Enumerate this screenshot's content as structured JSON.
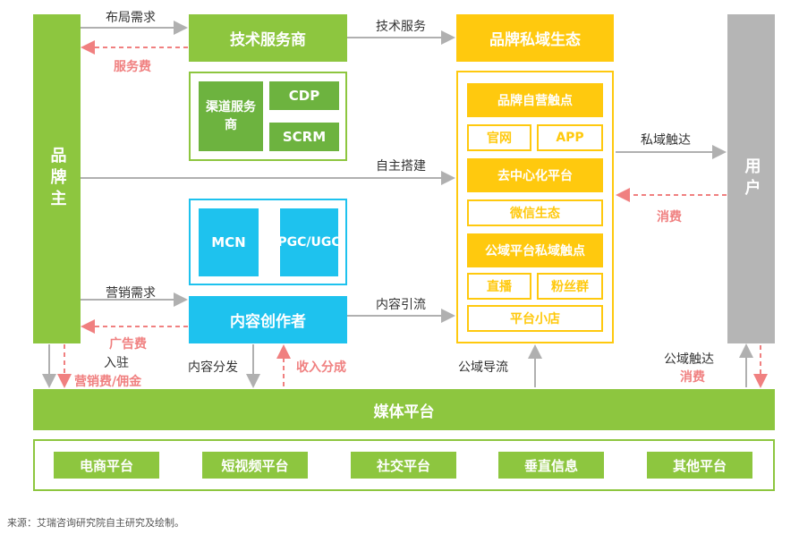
{
  "nodes": {
    "brand_owner": "品牌主",
    "user": "用户",
    "tech_provider": "技术服务商",
    "brand_private_eco": "品牌私域生态",
    "channel_provider": "渠道服务商",
    "cdp": "CDP",
    "scrm": "SCRM",
    "mcn": "MCN",
    "pgc_ugc": "PGC/UGC",
    "content_creator": "内容创作者",
    "media_platform": "媒体平台"
  },
  "private_eco_items": {
    "self_operated": "品牌自营触点",
    "official_site": "官网",
    "app": "APP",
    "decentralized": "去中心化平台",
    "wechat": "微信生态",
    "public_private": "公域平台私域触点",
    "live": "直播",
    "fan_group": "粉丝群",
    "mini_store": "平台小店"
  },
  "edges": {
    "layout_demand": "布局需求",
    "service_fee": "服务费",
    "tech_service": "技术服务",
    "self_build": "自主搭建",
    "private_reach": "私域触达",
    "consume": "消费",
    "marketing_demand": "营销需求",
    "ad_fee": "广告费",
    "content_traffic": "内容引流",
    "settle_in": "入驻",
    "marketing_commission": "营销费/佣金",
    "content_distribution": "内容分发",
    "revenue_share": "收入分成",
    "public_traffic": "公域导流",
    "public_reach": "公域触达",
    "consume2": "消费"
  },
  "platforms": [
    "电商平台",
    "短视频平台",
    "社交平台",
    "垂直信息",
    "其他平台"
  ],
  "source": "来源：艾瑞咨询研究院自主研究及绘制。",
  "colors": {
    "green": "#8dc63f",
    "yellow": "#ffc90e",
    "cyan": "#1ec2ee",
    "grey": "#b5b5b5",
    "red_dashed": "#f08080"
  }
}
